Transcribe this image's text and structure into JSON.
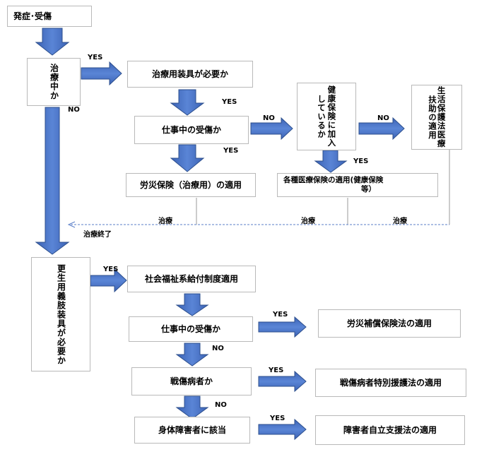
{
  "title_box": "発症･受傷",
  "q_treatment": "治療中か",
  "q_device_treat": "治療用装具が必要か",
  "q_work_injury_1": "仕事中の受傷か",
  "q_health_insurance": "健康保険に加入しているか",
  "welfare": "生活保護法医療扶助の適用",
  "rousai_treat": "労災保険（治療用）の適用",
  "health_ins_apply_line1": "各種医療保険の適用(健康保険",
  "health_ins_apply_line2": "等）",
  "q_prosthesis": "更生用義肢装具が必要か",
  "social_welfare": "社会福祉系給付制度適用",
  "q_work_injury_2": "仕事中の受傷か",
  "rousai_comp": "労災補償保険法の適用",
  "q_war_injury": "戦傷病者か",
  "war_injury_law": "戦傷病者特別援護法の適用",
  "q_disabled": "身体障害者に該当",
  "disabled_law": "障害者自立支援法の適用",
  "labels": {
    "yes": "YES",
    "no": "NO",
    "treatment": "治療",
    "treatment_end": "治療終了"
  },
  "colors": {
    "arrow_fill": "#4a72c4",
    "arrow_stroke": "#2d4f8c",
    "box_border": "#b9b9b9",
    "dashed": "#5b7fc9"
  }
}
